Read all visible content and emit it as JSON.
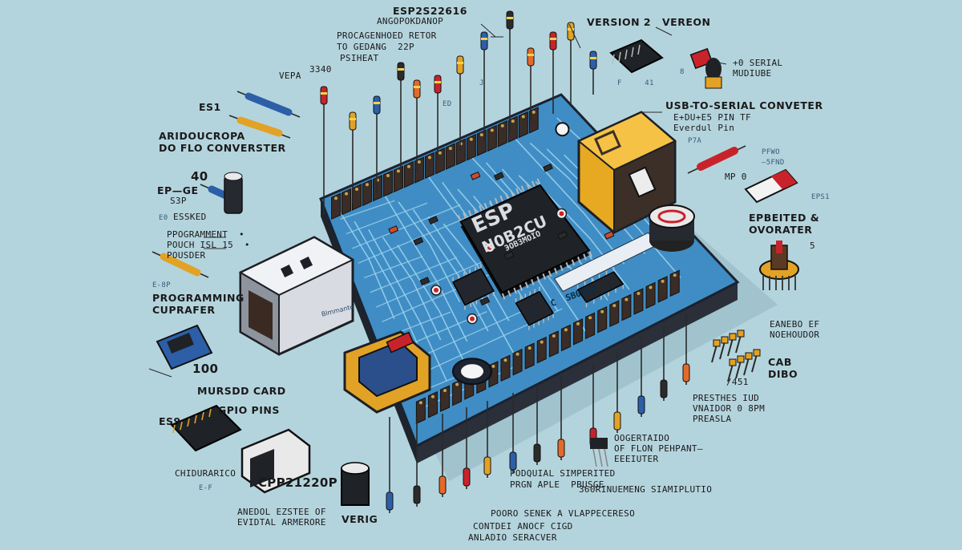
{
  "labels": {
    "esp_top": "ESP2S22616",
    "angopok": "ANGOPOKDANOP",
    "procaged": "PROCAGENHOED RETOR",
    "to_gedang": "TO GEDANG  22P",
    "psiheat": "PSIHEAT",
    "version2": "VERSION 2",
    "vereon": "VEREON",
    "serial_module": "+0 SERIAL\nMUDIUBE",
    "vepa": "VEPA",
    "n3340": "3340",
    "es1": "ES1",
    "aridu": "ARIDOUCROPA\nDO FLO CONVERSTER",
    "n40": "40",
    "epge": "EP—GE",
    "s3p": "S3P",
    "essked": "ESSKED",
    "e0": "E0",
    "progr1": "PPOGRAMMENT  •\nPOUCH ISL 15  •\nPOUSDER",
    "e8p": "E-8P",
    "progr2": "PROGRAMMING\nCUPRAFER",
    "n100": "100",
    "mursdd": "MURSDD CARD",
    "gpio": "GPIO PINS",
    "es9": "ES9",
    "chidurarico": "CHIDURARICO",
    "ef": "E-F",
    "cpp": "CPP21220P",
    "anedol": "ANEDOL EZSTEE OF\nEVIDTAL ARMERORE",
    "verig": "VERIG",
    "usb_serial": "USB-TO-SERIAL CONVETER",
    "evdul": "E+DU+E5 PIN TF\nEverdul Pin",
    "p7a": "P7A",
    "pfwo": "PFWO\n—5FND",
    "mpo": "MP 0",
    "eps1": "EPS1",
    "epbited": "EPBEITED &\nOVORATER",
    "n5": "5",
    "eanebo": "EANEBO EF\nNOEHOUDOR",
    "cab": "CAB\nDIBO",
    "n451": "/451",
    "presthes": "PRESTHES IUD\nVNAIDOR 0 8PM\nPREASLA",
    "oogertaido": "OOGERTAIDO\nOF FLON PEHPANT—\nEEEIUTER",
    "podquial": "PODQUIAL SIMPERITED",
    "prgnaple": "PRGN APLE  PBUSGE",
    "ssorinu": "360RINUEMENG SIAMIPLUTIO",
    "pooro": "POORO SENEK A VLAPPECERESO",
    "contdei": "CONTDEI ANOCF CIGD",
    "anladio": "ANLADIO SERACVER",
    "ed": "ED",
    "j": "J",
    "f41": "F     41",
    "n8": "8"
  },
  "board": {
    "main_chip_line1": "ESP",
    "main_chip_line2": "N0B2CU",
    "main_chip_line3": "ЭОВЗМОІО",
    "strip_text": "8   C  SB0B03",
    "usb_text": "Blmmanto"
  },
  "colors": {
    "background": "#b4d4dd",
    "board": "#3f8dc4",
    "trace": "#9fd3ee",
    "header": "#3a2c26",
    "chip": "#1f2226",
    "usb_housing": "#e7a921",
    "accent_red": "#c8232b"
  }
}
